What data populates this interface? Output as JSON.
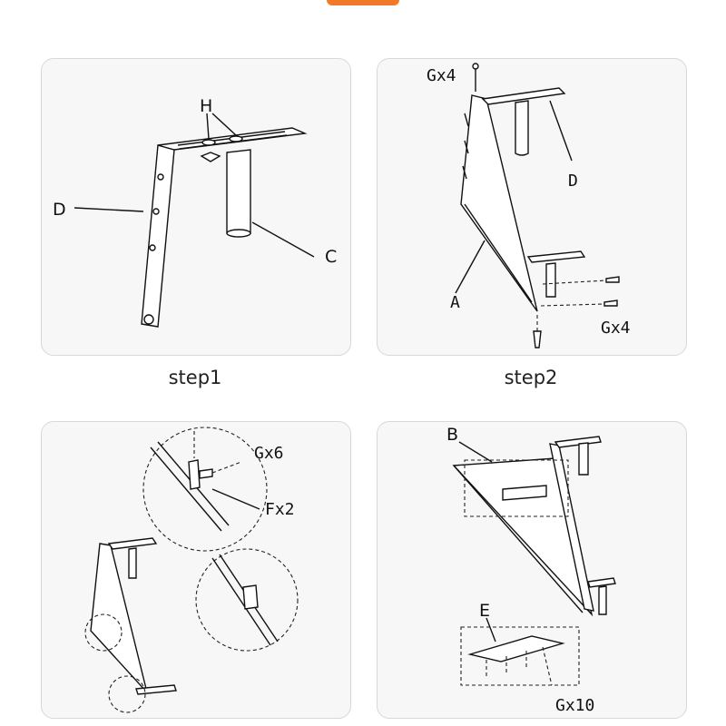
{
  "steps": [
    {
      "caption": "step1",
      "labels": {
        "h": "H",
        "d": "D",
        "c": "C"
      }
    },
    {
      "caption": "step2",
      "labels": {
        "g_top": "Gx4",
        "d": "D",
        "a": "A",
        "g_bottom": "Gx4"
      }
    },
    {
      "caption": "",
      "labels": {
        "g": "Gx6",
        "f": "Fx2"
      }
    },
    {
      "caption": "",
      "labels": {
        "b": "B",
        "e": "E",
        "g": "Gx10"
      }
    }
  ],
  "colors": {
    "accent": "#f07a2a",
    "panel_bg": "#f7f7f7",
    "line": "#111111"
  }
}
